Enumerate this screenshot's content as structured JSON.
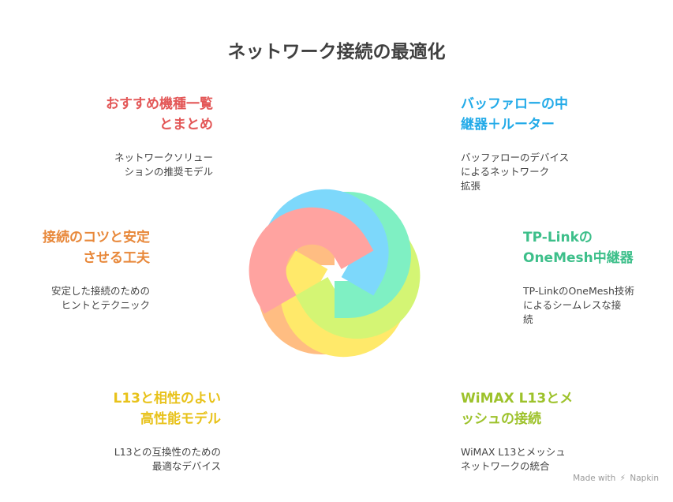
{
  "title": "ネットワーク接続の最適化",
  "items": [
    {
      "heading": "おすすめ機種一覧\nとまとめ",
      "description": "ネットワークソリュー\nションの推奨モデル",
      "color": "#E35757"
    },
    {
      "heading": "バッファローの中\n継器＋ルーター",
      "description": "バッファローのデバイス\nによるネットワーク\n拡張",
      "color": "#22AAE8"
    },
    {
      "heading": "TP-Linkの\nOneMesh中継器",
      "description": "TP-LinkのOneMesh技術\nによるシームレスな接\n続",
      "color": "#3DBF8A"
    },
    {
      "heading": "WiMAX L13とメ\nッシュの接続",
      "description": "WiMAX L13とメッシュ\nネットワークの統合",
      "color": "#9DC22B"
    },
    {
      "heading": "L13と相性のよい\n高性能モデル",
      "description": "L13との互換性のための\n最適なデバイス",
      "color": "#E8C21A"
    },
    {
      "heading": "接続のコツと安定\nさせる工夫",
      "description": "安定した接続のための\nヒントとテクニック",
      "color": "#E8883A"
    }
  ],
  "shape_colors": {
    "red": "#FFA3A0",
    "blue": "#7DD8FB",
    "green": "#7FF0C3",
    "lime": "#D4F574",
    "yellow": "#FFE96A",
    "orange": "#FFBD82"
  },
  "footer": {
    "made_with": "Made with",
    "brand": "Napkin",
    "brand_icon": "napkin-logo-icon"
  }
}
